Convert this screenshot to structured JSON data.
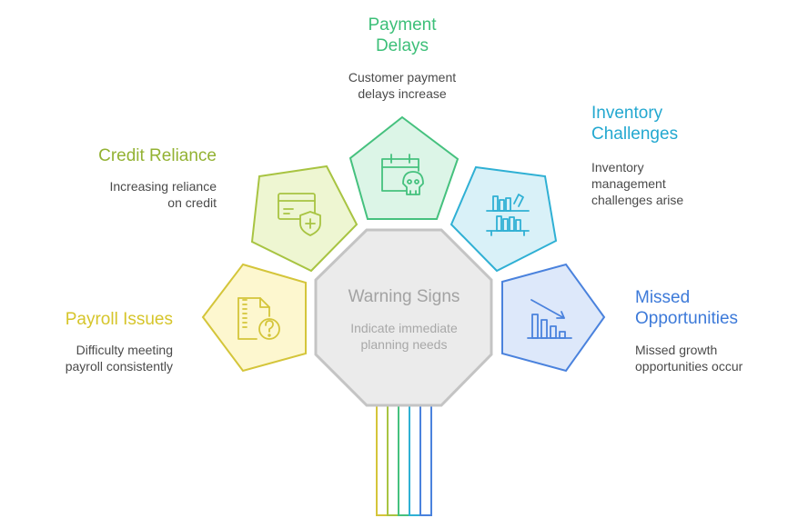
{
  "center": {
    "title": "Warning Signs",
    "desc_line1": "Indicate immediate",
    "desc_line2": "planning needs"
  },
  "items": [
    {
      "key": "payroll",
      "title_line1": "Payroll Issues",
      "desc_line1": "Difficulty meeting",
      "desc_line2": "payroll consistently",
      "color": "#d4c53a",
      "fill": "#fdf7cf",
      "text_color": "#d6c52a",
      "icon": "zipped-file-question-icon"
    },
    {
      "key": "credit",
      "title_line1": "Credit Reliance",
      "desc_line1": "Increasing reliance",
      "desc_line2": "on credit",
      "color": "#a8c442",
      "fill": "#eef6d2",
      "text_color": "#93b233",
      "icon": "credit-card-shield-icon"
    },
    {
      "key": "payment",
      "title_line1": "Payment",
      "title_line2": "Delays",
      "desc_line1": "Customer payment",
      "desc_line2": "delays increase",
      "color": "#45c17e",
      "fill": "#dcf5e7",
      "text_color": "#3cbf78",
      "icon": "calendar-skull-icon"
    },
    {
      "key": "inventory",
      "title_line1": "Inventory",
      "title_line2": "Challenges",
      "desc_line1": "Inventory",
      "desc_line2": "management",
      "desc_line3": "challenges arise",
      "color": "#2fb0d4",
      "fill": "#d9f1f8",
      "text_color": "#23a8d0",
      "icon": "inventory-shelf-icon"
    },
    {
      "key": "missed",
      "title_line1": "Missed",
      "title_line2": "Opportunities",
      "desc_line1": "Missed growth",
      "desc_line2": "opportunities occur",
      "color": "#4a82dd",
      "fill": "#dde8fa",
      "text_color": "#3d7ad9",
      "icon": "declining-bar-chart-icon"
    }
  ]
}
